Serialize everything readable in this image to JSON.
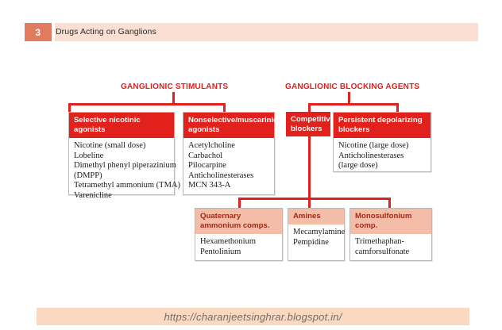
{
  "chapter": {
    "number": "3",
    "title": "Drugs Acting on Ganglions"
  },
  "colors": {
    "accent_red": "#e2211c",
    "header_salmon": "#e07b5e",
    "header_bar_tint": "#fadfd2",
    "node_head_salmon": "#f4bda8",
    "node_head_salmon_text": "#9e2b18",
    "footer_tint": "#fad9c0"
  },
  "captions": {
    "stimulants": "GANGLIONIC STIMULANTS",
    "blocking": "GANGLIONIC BLOCKING AGENTS"
  },
  "nodes": {
    "selective_nicotinic": {
      "head": "Selective nicotinic agonists",
      "items": [
        "Nicotine (small dose)",
        "Lobeline",
        "Dimethyl phenyl piperazinium",
        "(DMPP)",
        "Tetramethyl ammonium (TMA)",
        "Varenicline"
      ]
    },
    "nonselective": {
      "head": "Nonselective/muscarinic agonists",
      "items": [
        "Acetylcholine",
        "Carbachol",
        "Pilocarpine",
        "Anticholinesterases",
        "MCN 343-A"
      ]
    },
    "competitive": {
      "head": "Competitive blockers",
      "items": []
    },
    "persistent": {
      "head": "Persistent depolarizing blockers",
      "items": [
        "Nicotine (large dose)",
        "Anticholinesterases",
        "(large dose)"
      ]
    },
    "quaternary": {
      "head": "Quaternary ammonium comps.",
      "items": [
        "Hexamethonium",
        "Pentolinium"
      ]
    },
    "amines": {
      "head": "Amines",
      "items": [
        "Mecamylamine",
        "Pempidine"
      ]
    },
    "monosulfonium": {
      "head": "Monosulfonium comp.",
      "items": [
        "Trimethaphan-",
        "camforsulfonate"
      ]
    }
  },
  "footer": {
    "url": "https://charanjeetsinghrar.blogspot.in/"
  }
}
